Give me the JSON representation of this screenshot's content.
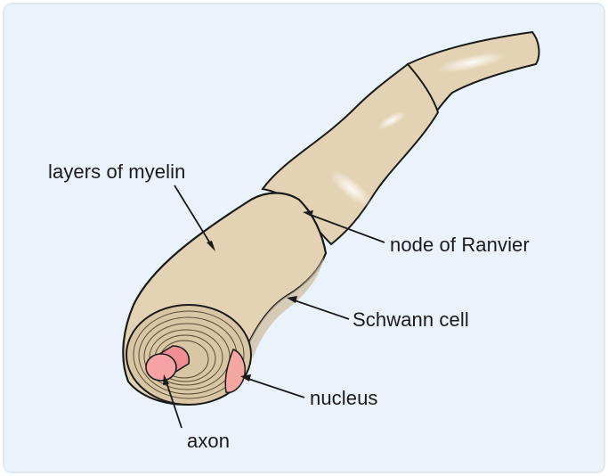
{
  "labels": {
    "myelin": "layers of myelin",
    "node": "node of Ranvier",
    "schwann": "Schwann cell",
    "nucleus": "nucleus",
    "axon": "axon"
  },
  "colors": {
    "background": "#eaf3fb",
    "myelin_fill": "#e3d3b4",
    "myelin_shade": "#cdb99a",
    "axon_fill": "#f7a3a6",
    "outline": "#1a1a1a"
  }
}
